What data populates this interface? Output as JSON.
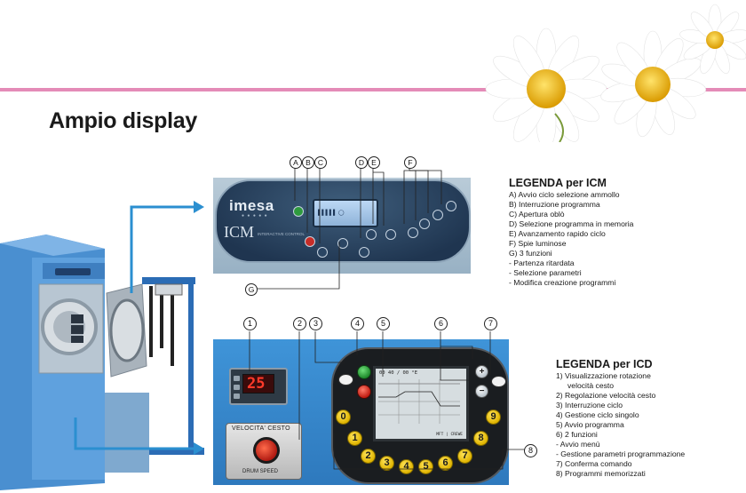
{
  "heading": "Ampio display",
  "legend_icm": {
    "title": "LEGENDA per ICM",
    "items": [
      "A) Avvio ciclo selezione ammollo",
      "B) Interruzione programma",
      "C) Apertura oblò",
      "D) Selezione programma in memoria",
      "E) Avanzamento rapido ciclo",
      "F) Spie luminose",
      "G) 3 funzioni"
    ],
    "subitems": [
      "- Partenza ritardata",
      "- Selezione parametri",
      "- Modifica creazione programmi"
    ]
  },
  "legend_icd": {
    "title": "LEGENDA per ICD",
    "items": [
      "1) Visualizzazione rotazione",
      "velocità cesto",
      "2) Regolazione velocità cesto",
      "3) Interruzione ciclo",
      "4) Gestione ciclo singolo",
      "5) Avvio programma",
      "6) 2 funzioni",
      "- Avvio menù",
      "- Gestione parametri programmazione",
      "7) Conferma comando",
      "8) Programmi memorizzati"
    ]
  },
  "icm_panel": {
    "logo": "imesa",
    "model": "ICM",
    "model_sub": "INTERACTIVE CONTROL"
  },
  "icd_panel": {
    "thermo_value": "25",
    "speed_label": "VELOCITA' CESTO",
    "speed_label2": "DRUM SPEED",
    "lcd_top": "00 40 / 00 °E",
    "lcd_bottom": "MFT | CREWE",
    "number_keys": [
      "0",
      "1",
      "2",
      "3",
      "4",
      "5",
      "6",
      "7",
      "8",
      "9"
    ]
  },
  "callouts_icm": [
    "A",
    "B",
    "C",
    "D",
    "E",
    "F",
    "G"
  ],
  "callouts_icd": [
    "1",
    "2",
    "3",
    "4",
    "5",
    "6",
    "7",
    "8"
  ],
  "colors": {
    "accent_line": "#e48bb7",
    "arrow": "#2b8fd0",
    "panel_blue": "#3f94d8"
  }
}
